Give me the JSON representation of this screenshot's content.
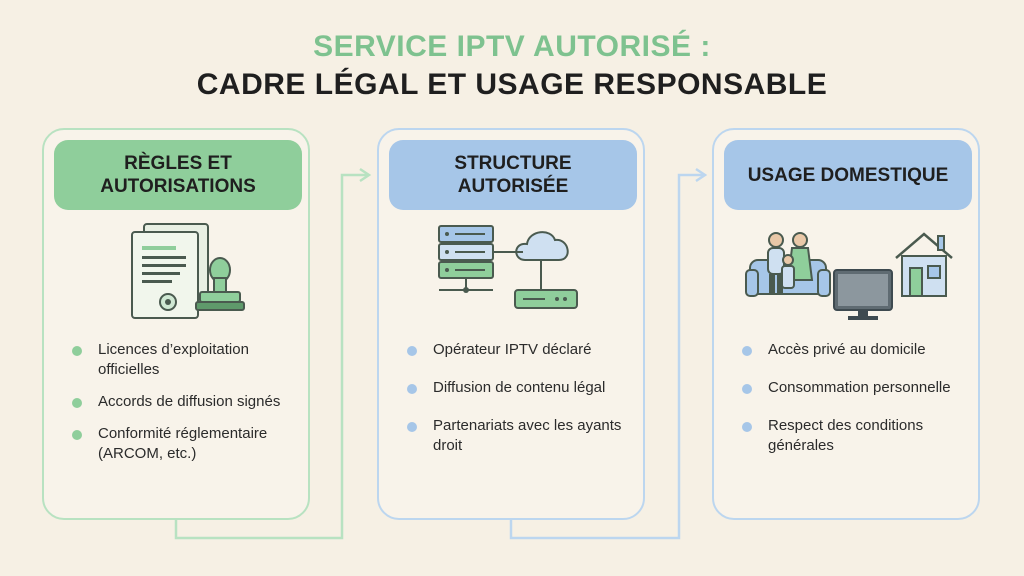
{
  "title": {
    "line1": "SERVICE IPTV AUTORISÉ :",
    "line2": "CADRE LÉGAL ET USAGE RESPONSABLE"
  },
  "colors": {
    "green": "#8fce9b",
    "blue": "#a6c6e8",
    "title_green": "#7ec28f"
  },
  "cards": [
    {
      "heading": "RÈGLES ET AUTORISATIONS",
      "icon": "document-stamp-icon",
      "items": [
        "Licences d’exploitation officielles",
        "Accords de diffusion signés",
        "Conformité réglementaire (ARCOM, etc.)"
      ]
    },
    {
      "heading": "STRUCTURE AUTORISÉE",
      "icon": "server-cloud-router-icon",
      "items": [
        "Opérateur IPTV déclaré",
        "Diffusion de contenu légal",
        "Partenariats avec les ayants droit"
      ]
    },
    {
      "heading": "USAGE DOMESTIQUE",
      "icon": "family-tv-house-icon",
      "items": [
        "Accès privé au domicile",
        "Consommation personnelle",
        "Respect des conditions générales"
      ]
    }
  ]
}
